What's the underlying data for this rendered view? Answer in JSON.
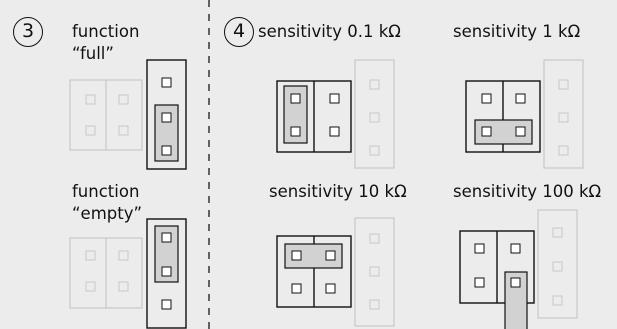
{
  "step3": {
    "number": "3",
    "label_full_1": "function",
    "label_full_2": "“full”",
    "label_empty_1": "function",
    "label_empty_2": "“empty”"
  },
  "step4": {
    "number": "4",
    "s01": "sensitivity 0.1 kΩ",
    "s1": "sensitivity 1 kΩ",
    "s10": "sensitivity 10 kΩ",
    "s100": "sensitivity 100 kΩ"
  },
  "colors": {
    "line": "#111111",
    "faded": "#c8c8c8",
    "jumper": "#d2d2d2",
    "bg": "#ececec"
  }
}
